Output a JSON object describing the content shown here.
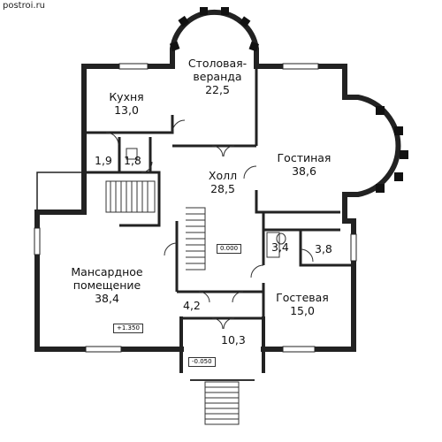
{
  "watermark": "postroi.ru",
  "rooms": {
    "dining": {
      "name": "Столовая-",
      "name2": "веранда",
      "area": "22,5"
    },
    "kitchen": {
      "name": "Кухня",
      "area": "13,0"
    },
    "living": {
      "name": "Гостиная",
      "area": "38,6"
    },
    "hall": {
      "name": "Холл",
      "area": "28,5"
    },
    "small_a": {
      "area": "1,9"
    },
    "small_b": {
      "area": "1,8"
    },
    "bath": {
      "area": "3,4"
    },
    "closet": {
      "area": "3,8"
    },
    "attic": {
      "name": "Мансардное",
      "name2": "помещение",
      "area": "38,4"
    },
    "guest": {
      "name": "Гостевая",
      "area": "15,0"
    },
    "vest": {
      "area": "4,2"
    },
    "entry": {
      "area": "10,3"
    }
  },
  "levels": {
    "hall": "0.000",
    "attic": "+1.350",
    "entry": "-0.050"
  }
}
